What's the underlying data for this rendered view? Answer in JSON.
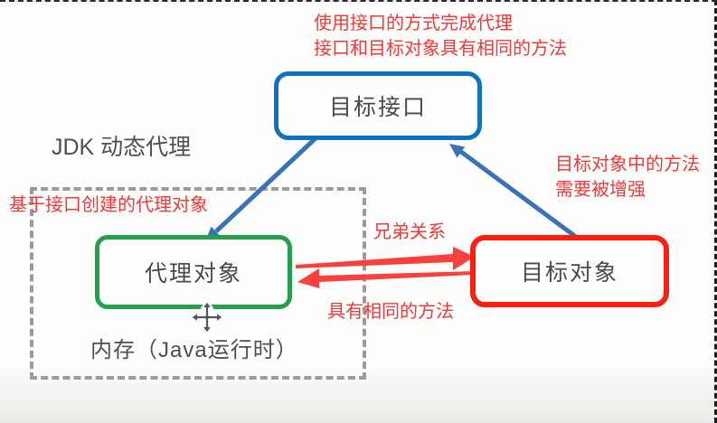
{
  "header_note": {
    "line1": "使用接口的方式完成代理",
    "line2": "接口和目标对象具有相同的方法"
  },
  "diagram_title": "JDK 动态代理",
  "nodes": {
    "target_interface": {
      "label": "目标接口",
      "border_color": "#0d72c0"
    },
    "proxy_object": {
      "label": "代理对象",
      "border_color": "#21a14a"
    },
    "target_object": {
      "label": "目标对象",
      "border_color": "#fb1f12"
    }
  },
  "annotations": {
    "proxy_note": "基于接口创建的代理对象",
    "target_note_line1": "目标对象中的方法",
    "target_note_line2": "需要被增强",
    "sibling_relation": "兄弟关系",
    "same_methods": "具有相同的方法",
    "memory_region": "内存（Java运行时）"
  },
  "icons": {
    "move_cursor": "move-icon"
  },
  "colors": {
    "annotation_red": "#f2383a",
    "arrow_blue": "#3a72b8",
    "arrow_red": "#f8413f",
    "dashed_box_gray": "#9b9b9b",
    "text_dark": "#4f4f4f"
  }
}
